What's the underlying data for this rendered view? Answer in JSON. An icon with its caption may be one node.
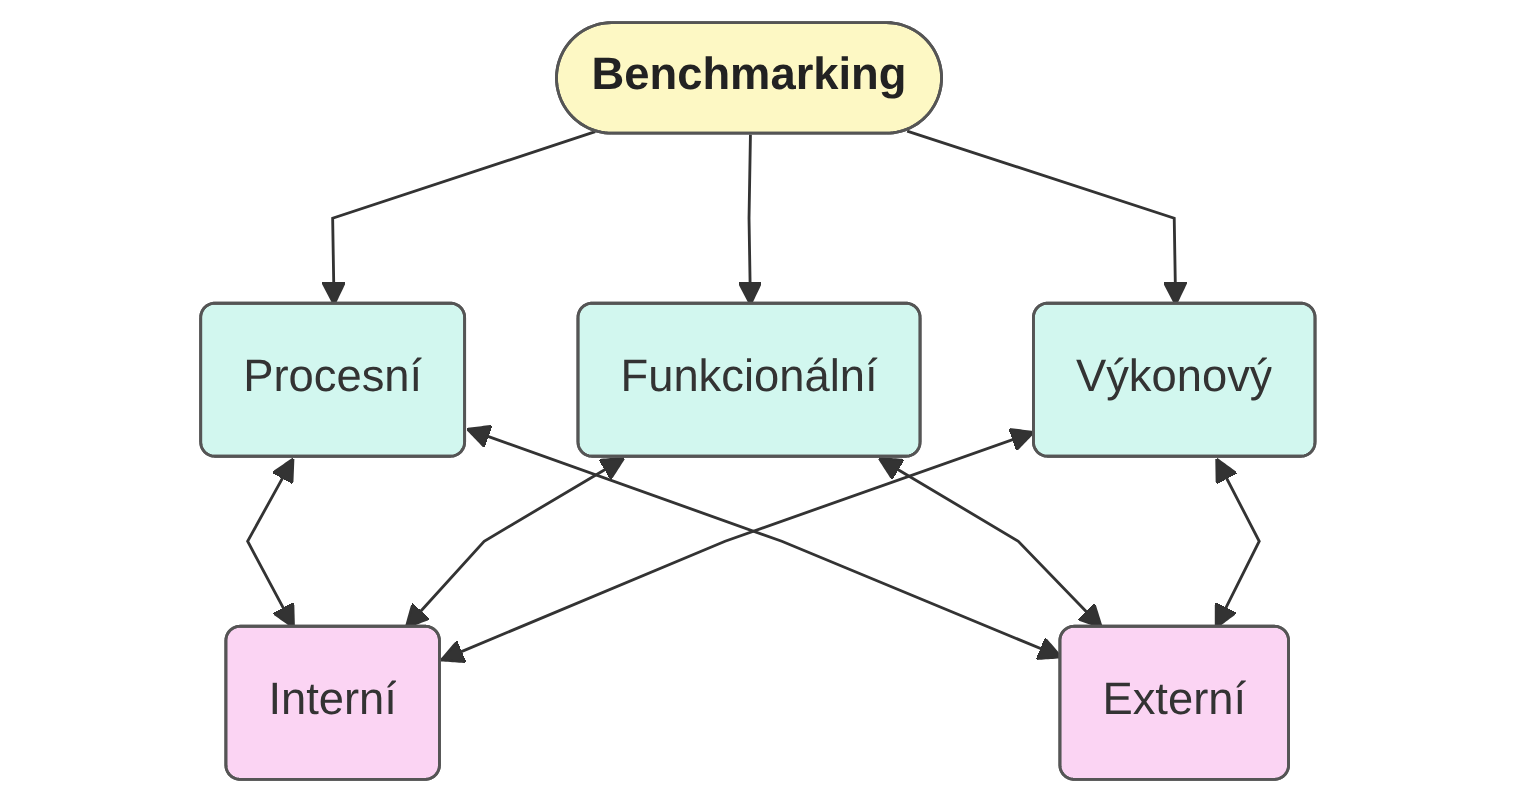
{
  "diagram": {
    "nodes": [
      {
        "text": [
          "Benchmarking"
        ]
      },
      {
        "text": [
          "Procesní"
        ]
      },
      {
        "text": [
          "Funkcionální"
        ]
      },
      {
        "text": [
          "Výkonový"
        ]
      },
      {
        "text": [
          "Interní"
        ]
      },
      {
        "text": [
          "Externí"
        ]
      }
    ],
    "edges": [
      {
        "from": 0,
        "to": 1,
        "arrow": "to"
      },
      {
        "from": 0,
        "to": 2,
        "arrow": "to"
      },
      {
        "from": 0,
        "to": 3,
        "arrow": "to"
      },
      {
        "from": 1,
        "to": 4,
        "arrow": "both"
      },
      {
        "from": 1,
        "to": 5,
        "arrow": "both"
      },
      {
        "from": 2,
        "to": 4,
        "arrow": "both"
      },
      {
        "from": 2,
        "to": 5,
        "arrow": "both"
      },
      {
        "from": 3,
        "to": 4,
        "arrow": "both"
      },
      {
        "from": 3,
        "to": 5,
        "arrow": "both"
      }
    ]
  }
}
